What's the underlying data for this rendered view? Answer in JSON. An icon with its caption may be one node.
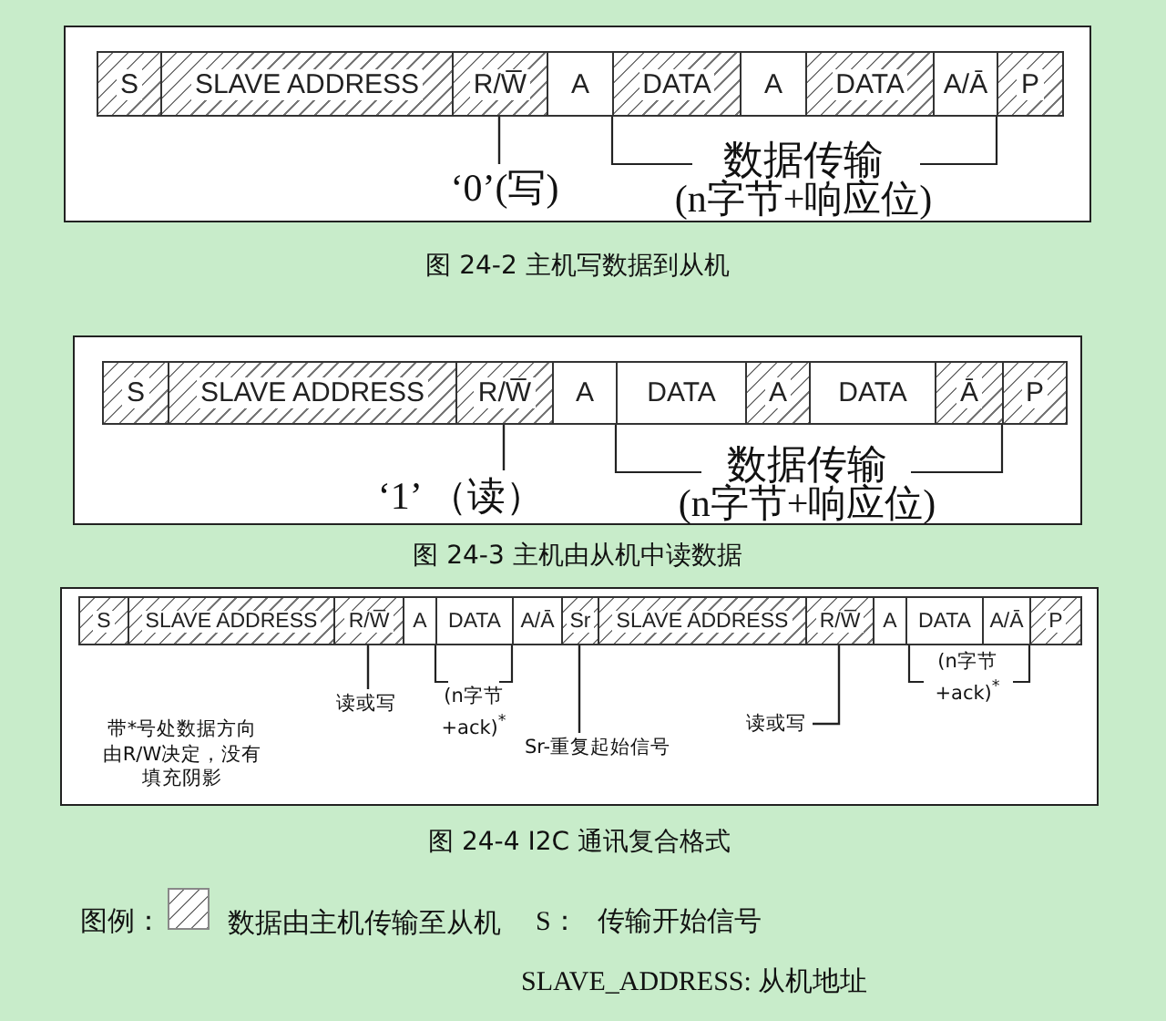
{
  "diagram": {
    "nodes": [
      {
        "text": [
          "图 24-2 主机写数据到从机"
        ]
      },
      {
        "text": [
          "S"
        ],
        "in": 0
      },
      {
        "text": [
          "SLAVE ADDRESS"
        ],
        "in": 0
      },
      {
        "text": [
          "R/W̅"
        ],
        "in": 0
      },
      {
        "text": [
          "A"
        ],
        "in": 0
      },
      {
        "text": [
          "DATA"
        ],
        "in": 0
      },
      {
        "text": [
          "A"
        ],
        "in": 0
      },
      {
        "text": [
          "DATA"
        ],
        "in": 0
      },
      {
        "text": [
          "A/Ā"
        ],
        "in": 0
      },
      {
        "text": [
          "P"
        ],
        "in": 0
      },
      {
        "text": [
          "‘0’(写)"
        ],
        "in": 0
      },
      {
        "text": [
          "图 24-3 主机由从机中读数据"
        ]
      },
      {
        "text": [
          "S"
        ],
        "in": 11
      },
      {
        "text": [
          "SLAVE ADDRESS"
        ],
        "in": 11
      },
      {
        "text": [
          "R/W̅"
        ],
        "in": 11
      },
      {
        "text": [
          "A"
        ],
        "in": 11
      },
      {
        "text": [
          "DATA"
        ],
        "in": 11
      },
      {
        "text": [
          "A"
        ],
        "in": 11
      },
      {
        "text": [
          "DATA"
        ],
        "in": 11
      },
      {
        "text": [
          "Ā"
        ],
        "in": 11
      },
      {
        "text": [
          "P"
        ],
        "in": 11
      },
      {
        "text": [
          "‘1’ （读）"
        ],
        "in": 11
      },
      {
        "text": [
          "图 24-4 I2C 通讯复合格式"
        ]
      },
      {
        "text": [
          "S"
        ],
        "in": 22
      },
      {
        "text": [
          "SLAVE ADDRESS"
        ],
        "in": 22
      },
      {
        "text": [
          "R/W̅"
        ],
        "in": 22
      },
      {
        "text": [
          "A"
        ],
        "in": 22
      },
      {
        "text": [
          "DATA"
        ],
        "in": 22
      },
      {
        "text": [
          "A/Ā"
        ],
        "in": 22
      },
      {
        "text": [
          "Sr"
        ],
        "in": 22
      },
      {
        "text": [
          "SLAVE ADDRESS"
        ],
        "in": 22
      },
      {
        "text": [
          "R/W̅"
        ],
        "in": 22
      },
      {
        "text": [
          "A"
        ],
        "in": 22
      },
      {
        "text": [
          "DATA"
        ],
        "in": 22
      },
      {
        "text": [
          "A/Ā"
        ],
        "in": 22
      },
      {
        "text": [
          "P"
        ],
        "in": 22
      },
      {
        "text": [
          "读或写"
        ],
        "in": 22
      },
      {
        "text": [
          "Sr-重复起始信号"
        ],
        "in": 22
      },
      {
        "text": [
          "读或写"
        ],
        "in": 22
      }
    ],
    "edges": [
      {
        "from": 10,
        "to": 3,
        "arrow": "none"
      },
      {
        "from": 21,
        "to": 14,
        "arrow": "none"
      },
      {
        "from": 36,
        "to": 25,
        "arrow": "none"
      },
      {
        "from": 37,
        "to": 29,
        "arrow": "none"
      },
      {
        "from": 38,
        "to": 31,
        "arrow": "none"
      }
    ],
    "labels": [
      "数据传输",
      "(n字节+响应位)",
      "数据传输",
      "(n字节+响应位)",
      "(n字节 +ack)$^{*}$",
      "(n字节 +ack)$^{*}$",
      "带*号处数据方向由R/W决定，没有填充阴影",
      "图例：",
      "S：",
      "传输开始信号",
      "SLAVE_ADDRESS: 从机地址"
    ],
    "legend": [
      {
        "text": "数据由主机传输至从机"
      }
    ]
  }
}
